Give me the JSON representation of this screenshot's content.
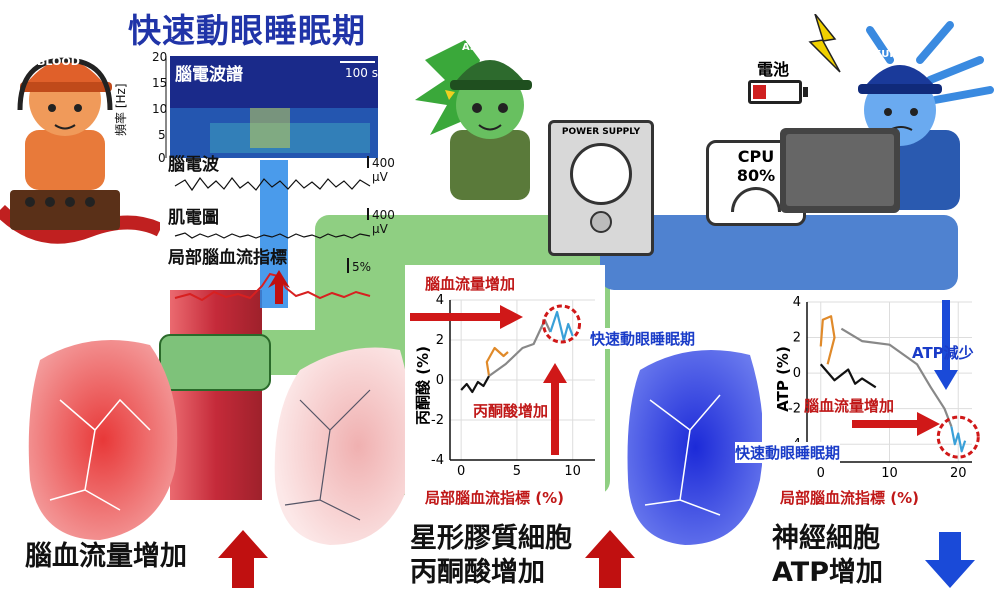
{
  "title": "快速動眼睡眠期",
  "eeg_panel": {
    "spectrogram_label": "腦電波譜",
    "yaxis_label": "頻率 [Hz]",
    "yticks": [
      "20",
      "15",
      "10",
      "5",
      "0"
    ],
    "scalebar_time": "100 s",
    "eeg_label": "腦電波",
    "eeg_scale": "400 μV",
    "emg_label": "肌電圖",
    "emg_scale": "400 μV",
    "cbf_label": "局部腦血流指標",
    "cbf_scale": "5%"
  },
  "characters": {
    "blood_cap": "BLOOD",
    "astrocyte_cap": "ASTROCYTE",
    "neuron_cap": "NEURON",
    "power_supply": "POWER SUPPLY",
    "battery_label": "電池",
    "cpu_label": "CPU",
    "cpu_value": "80%"
  },
  "chart_data": [
    {
      "type": "line",
      "title": "",
      "xlabel": "局部腦血流指標 (%)",
      "ylabel": "丙酮酸 (%)",
      "xlim": [
        -1,
        12
      ],
      "ylim": [
        -4,
        4
      ],
      "xticks": [
        "0",
        "5",
        "10"
      ],
      "yticks": [
        "4",
        "2",
        "0",
        "-2",
        "-4"
      ],
      "annotations": [
        "腦血流量增加",
        "丙酮酸增加",
        "快速動眼睡眠期"
      ],
      "series": [
        {
          "color": "#111111",
          "points": [
            [
              0,
              -0.5
            ],
            [
              0.5,
              -0.2
            ],
            [
              1,
              -0.6
            ],
            [
              1.5,
              -0.1
            ],
            [
              2,
              -0.3
            ],
            [
              2.5,
              0.2
            ]
          ]
        },
        {
          "color": "#e08a2a",
          "points": [
            [
              2.5,
              0.2
            ],
            [
              2.3,
              0.9
            ],
            [
              3,
              1.6
            ],
            [
              3.8,
              1.2
            ],
            [
              4.2,
              1.4
            ]
          ]
        },
        {
          "color": "#888888",
          "points": [
            [
              2.5,
              0.2
            ],
            [
              4,
              0.8
            ],
            [
              5.5,
              1.6
            ],
            [
              6.5,
              1.8
            ],
            [
              7.5,
              3.0
            ],
            [
              8,
              2.4
            ]
          ]
        },
        {
          "color": "#3aa0d8",
          "points": [
            [
              8,
              2.4
            ],
            [
              8.6,
              3.4
            ],
            [
              9.2,
              2.0
            ],
            [
              9.6,
              2.8
            ],
            [
              10,
              2.2
            ]
          ]
        }
      ]
    },
    {
      "type": "line",
      "title": "",
      "xlabel": "局部腦血流指標 (%)",
      "ylabel": "ATP (%)",
      "xlim": [
        -2,
        22
      ],
      "ylim": [
        -5,
        4
      ],
      "xticks": [
        "0",
        "10",
        "20"
      ],
      "yticks": [
        "4",
        "2",
        "0",
        "-2",
        "-4"
      ],
      "annotations": [
        "ATP減少",
        "腦血流量增加",
        "快速動眼睡眠期"
      ],
      "series": [
        {
          "color": "#e08a2a",
          "points": [
            [
              0,
              1.5
            ],
            [
              0.3,
              3.0
            ],
            [
              1.5,
              3.2
            ],
            [
              2,
              2.0
            ],
            [
              1,
              0.5
            ]
          ]
        },
        {
          "color": "#111111",
          "points": [
            [
              0,
              0.5
            ],
            [
              2,
              -0.4
            ],
            [
              4,
              0.2
            ],
            [
              5,
              -0.6
            ],
            [
              6,
              -0.3
            ],
            [
              8,
              -0.8
            ]
          ]
        },
        {
          "color": "#888888",
          "points": [
            [
              3,
              2.5
            ],
            [
              6,
              1.8
            ],
            [
              10,
              1.6
            ],
            [
              14,
              0.5
            ],
            [
              16,
              -0.8
            ],
            [
              18,
              -2.0
            ],
            [
              19,
              -3.0
            ]
          ]
        },
        {
          "color": "#3aa0d8",
          "points": [
            [
              19,
              -3.0
            ],
            [
              19.5,
              -4.0
            ],
            [
              20,
              -3.4
            ],
            [
              20.5,
              -4.4
            ],
            [
              21,
              -3.8
            ]
          ]
        }
      ]
    }
  ],
  "bottom_labels": {
    "left": "腦血流量增加",
    "middle_line1": "星形膠質細胞",
    "middle_line2": "丙酮酸增加",
    "right_line1": "神經細胞",
    "right_line2": "ATP增加"
  },
  "colors": {
    "title": "#2034a8",
    "up_arrow": "#c01010",
    "down_arrow": "#1a4ad8",
    "astro_panel": "#86c97a",
    "neuron_panel": "#5a8ad0",
    "blood_vessel": "#d04050"
  }
}
